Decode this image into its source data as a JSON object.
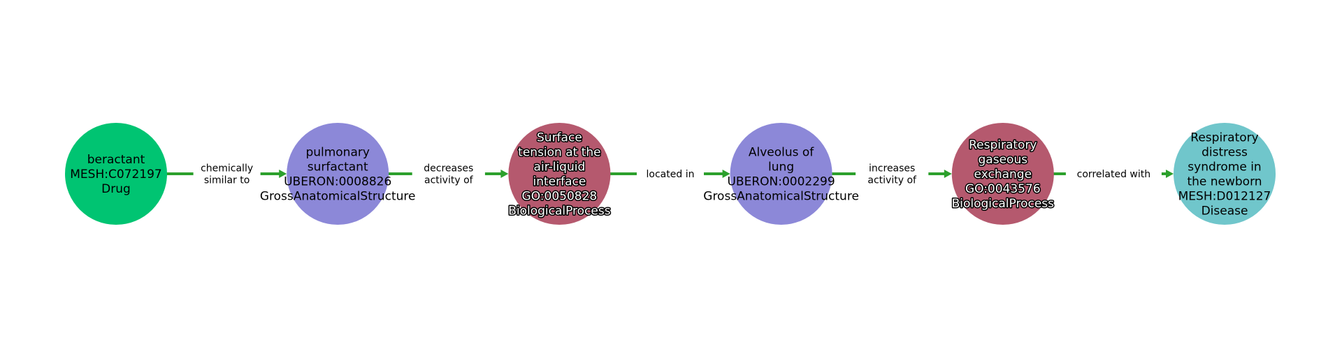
{
  "graph": {
    "edge_color": "#2ca02c",
    "nodes": [
      {
        "lines": [
          "beractant",
          "MESH:C072197",
          "Drug"
        ],
        "color": "#00c472",
        "outlined": false
      },
      {
        "lines": [
          "pulmonary",
          "surfactant",
          "UBERON:0008826",
          "GrossAnatomicalStructure"
        ],
        "color": "#8c88d8",
        "outlined": false
      },
      {
        "lines": [
          "Surface",
          "tension at the",
          "air-liquid",
          "interface",
          "GO:0050828",
          "BiologicalProcess"
        ],
        "color": "#b5596e",
        "outlined": true
      },
      {
        "lines": [
          "Alveolus of",
          "lung",
          "UBERON:0002299",
          "GrossAnatomicalStructure"
        ],
        "color": "#8c88d8",
        "outlined": false
      },
      {
        "lines": [
          "Respiratory",
          "gaseous",
          "exchange",
          "GO:0043576",
          "BiologicalProcess"
        ],
        "color": "#b5596e",
        "outlined": true
      },
      {
        "lines": [
          "Respiratory",
          "distress",
          "syndrome in",
          "the newborn",
          "MESH:D012127",
          "Disease"
        ],
        "color": "#70c6cb",
        "outlined": false
      }
    ],
    "edges": [
      {
        "lines": [
          "chemically",
          "similar to"
        ]
      },
      {
        "lines": [
          "decreases",
          "activity of"
        ]
      },
      {
        "lines": [
          "located in"
        ]
      },
      {
        "lines": [
          "increases",
          "activity of"
        ]
      },
      {
        "lines": [
          "correlated with"
        ]
      }
    ]
  }
}
